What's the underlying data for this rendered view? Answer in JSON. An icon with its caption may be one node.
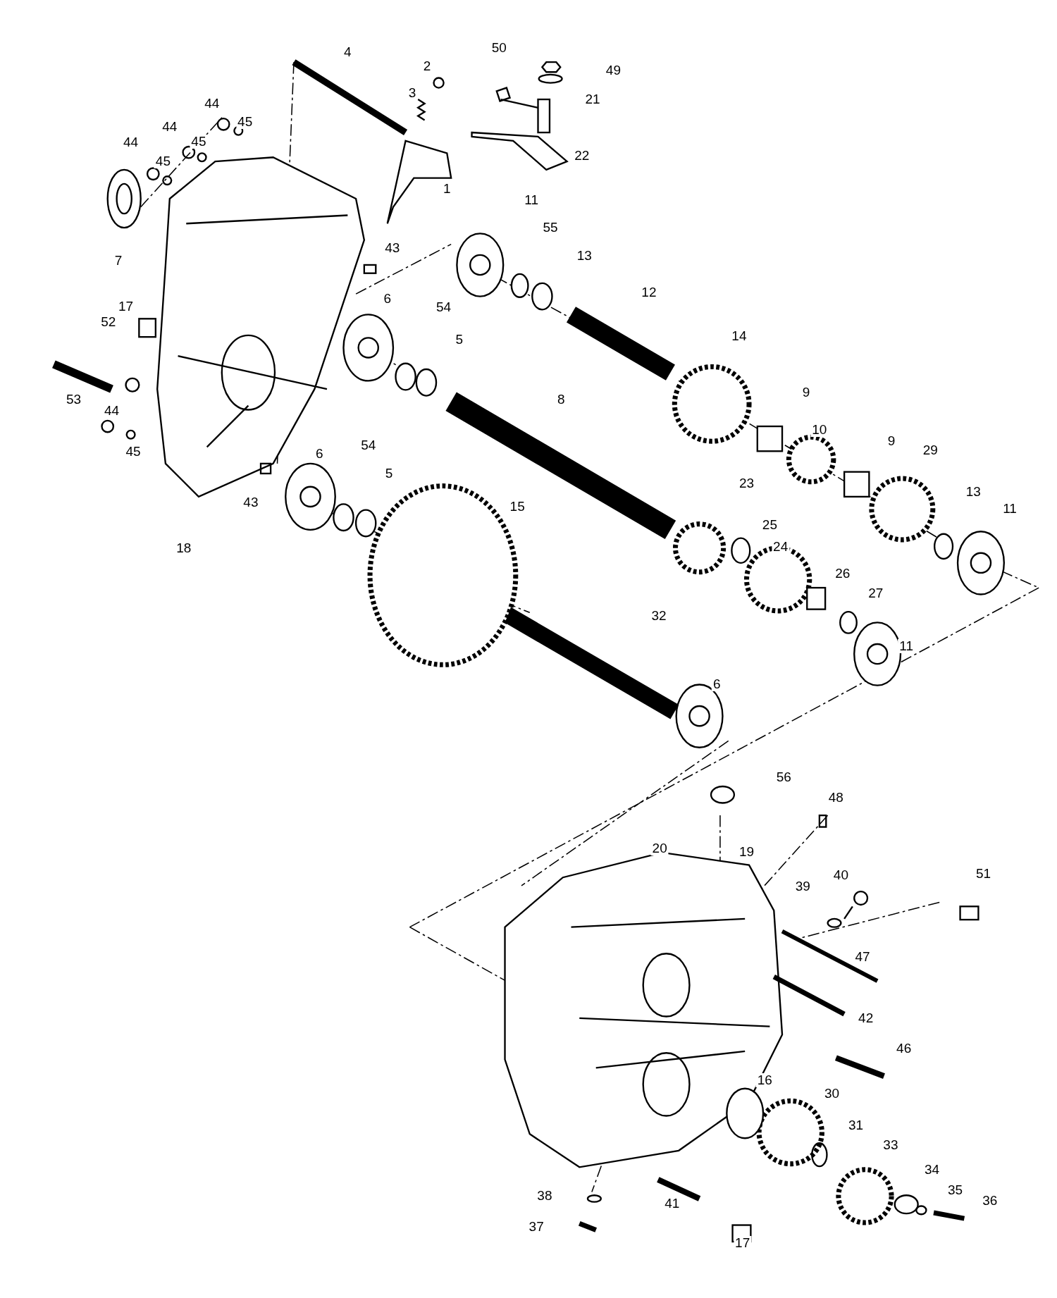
{
  "diagram": {
    "labels": [
      "50",
      "4",
      "2",
      "49",
      "3",
      "21",
      "44",
      "45",
      "44",
      "45",
      "44",
      "22",
      "45",
      "1",
      "11",
      "55",
      "43",
      "13",
      "7",
      "12",
      "6",
      "17",
      "54",
      "52",
      "14",
      "5",
      "9",
      "53",
      "8",
      "44",
      "10",
      "9",
      "54",
      "29",
      "45",
      "6",
      "5",
      "23",
      "13",
      "43",
      "15",
      "11",
      "25",
      "24",
      "18",
      "26",
      "27",
      "32",
      "11",
      "6",
      "56",
      "48",
      "20",
      "19",
      "51",
      "40",
      "39",
      "47",
      "42",
      "46",
      "16",
      "30",
      "31",
      "33",
      "34",
      "35",
      "38",
      "36",
      "41",
      "37",
      "17"
    ]
  }
}
